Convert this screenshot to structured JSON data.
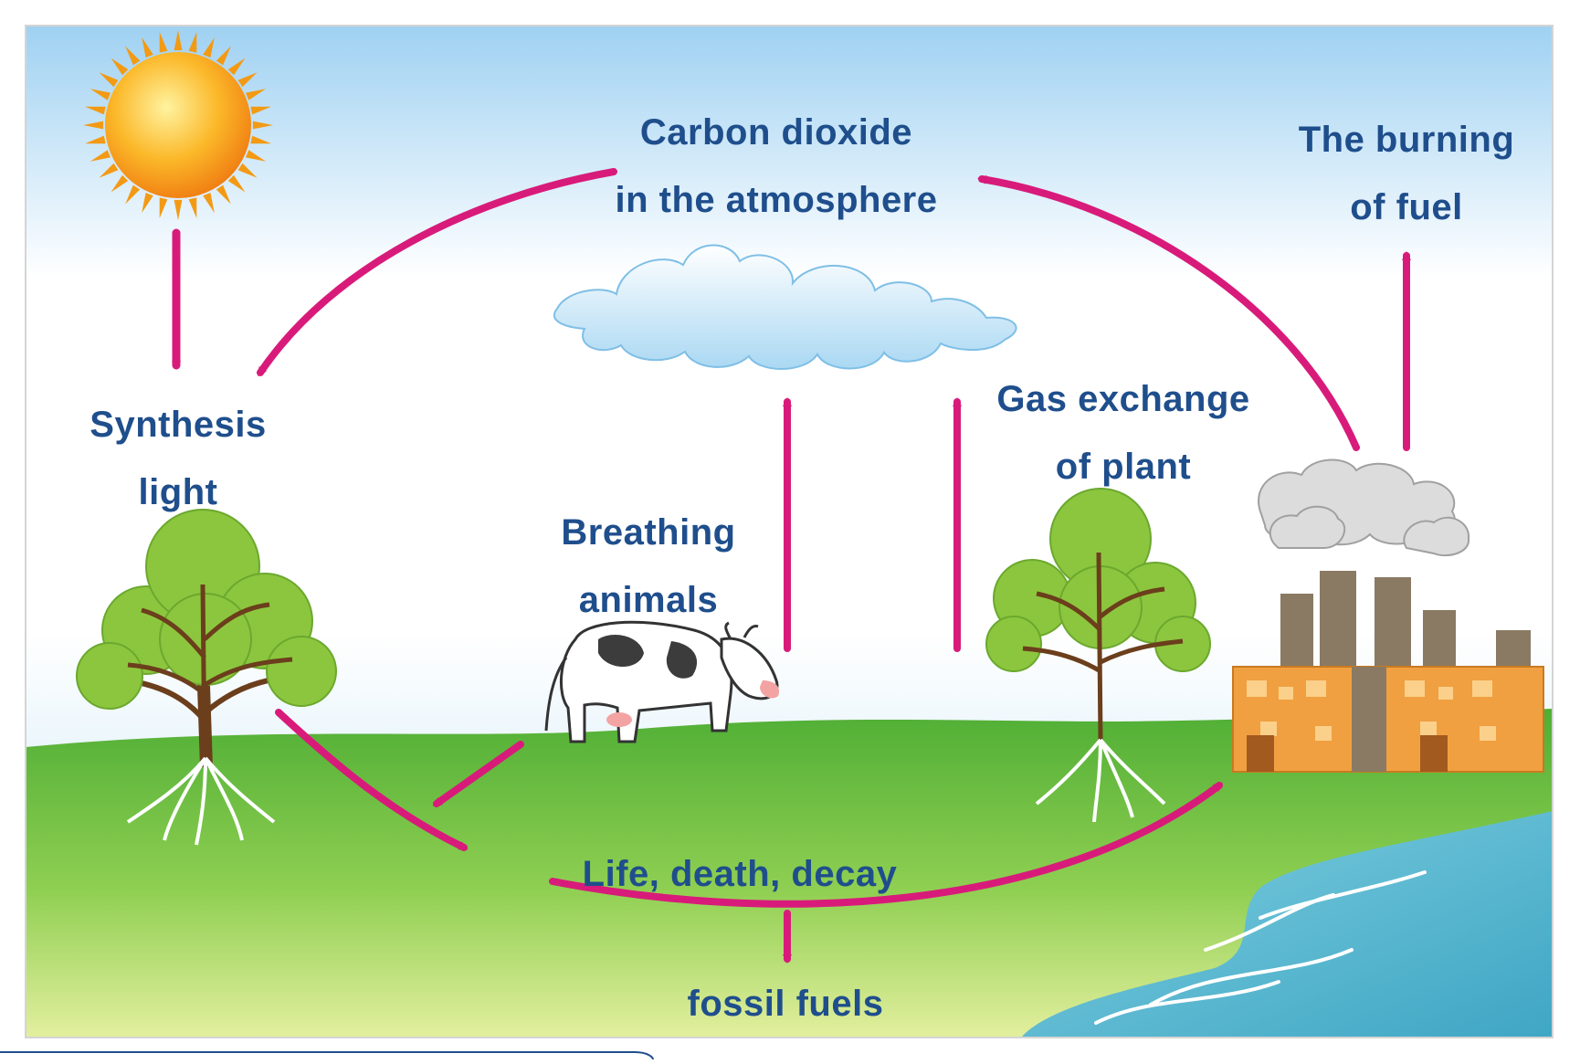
{
  "labels": {
    "co2_line1": "Carbon dioxide",
    "co2_line2": "in the atmosphere",
    "burning_line1": "The burning",
    "burning_line2": "of fuel",
    "synthesis_line1": "Synthesis",
    "synthesis_line2": "light",
    "gas_line1": "Gas exchange",
    "gas_line2": "of plant",
    "breathing_line1": "Breathing",
    "breathing_line2": "animals",
    "life": "Life, death, decay",
    "fossil": "fossil fuels"
  },
  "colors": {
    "arrow": "#d81b7a",
    "text": "#1f4e8c",
    "sky_top": "#8ec9ef",
    "grass": "#6cc040",
    "water": "#5bb8cf",
    "tree_leaf": "#8cc63e",
    "trunk": "#6b3e1c",
    "factory_wall": "#f0a040",
    "chimney": "#8a7a63"
  },
  "icons": [
    "sun-icon",
    "cloud-icon",
    "tree-icon",
    "cow-icon",
    "factory-icon",
    "smoke-icon"
  ]
}
